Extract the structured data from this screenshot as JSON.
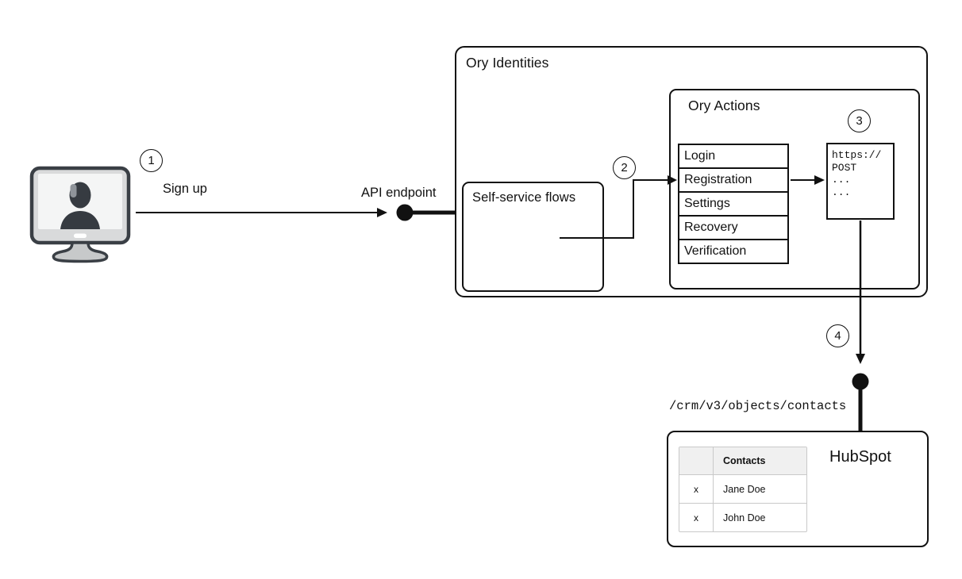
{
  "steps": {
    "s1": "1",
    "s2": "2",
    "s3": "3",
    "s4": "4"
  },
  "labels": {
    "sign_up": "Sign up",
    "api_endpoint": "API endpoint",
    "crm_path": "/crm/v3/objects/contacts"
  },
  "ory": {
    "title": "Ory Identities",
    "self_service": "Self-service flows",
    "actions_title": "Ory Actions",
    "flows": [
      "Login",
      "Registration",
      "Settings",
      "Recovery",
      "Verification"
    ],
    "webhook_code": [
      "https://",
      "POST",
      "...",
      "..."
    ]
  },
  "hubspot": {
    "title": "HubSpot",
    "contacts_header": "Contacts",
    "rows": [
      {
        "mark": "x",
        "name": "Jane Doe"
      },
      {
        "mark": "x",
        "name": "John Doe"
      }
    ]
  },
  "icons": {
    "client": "monitor-user-icon"
  },
  "colors": {
    "stroke": "#111111",
    "table_header_bg": "#f0f0f0",
    "table_border": "#c9c9c9",
    "monitor_body": "#d9dadb",
    "monitor_screen": "#f4f5f5",
    "silhouette": "#363b41"
  }
}
